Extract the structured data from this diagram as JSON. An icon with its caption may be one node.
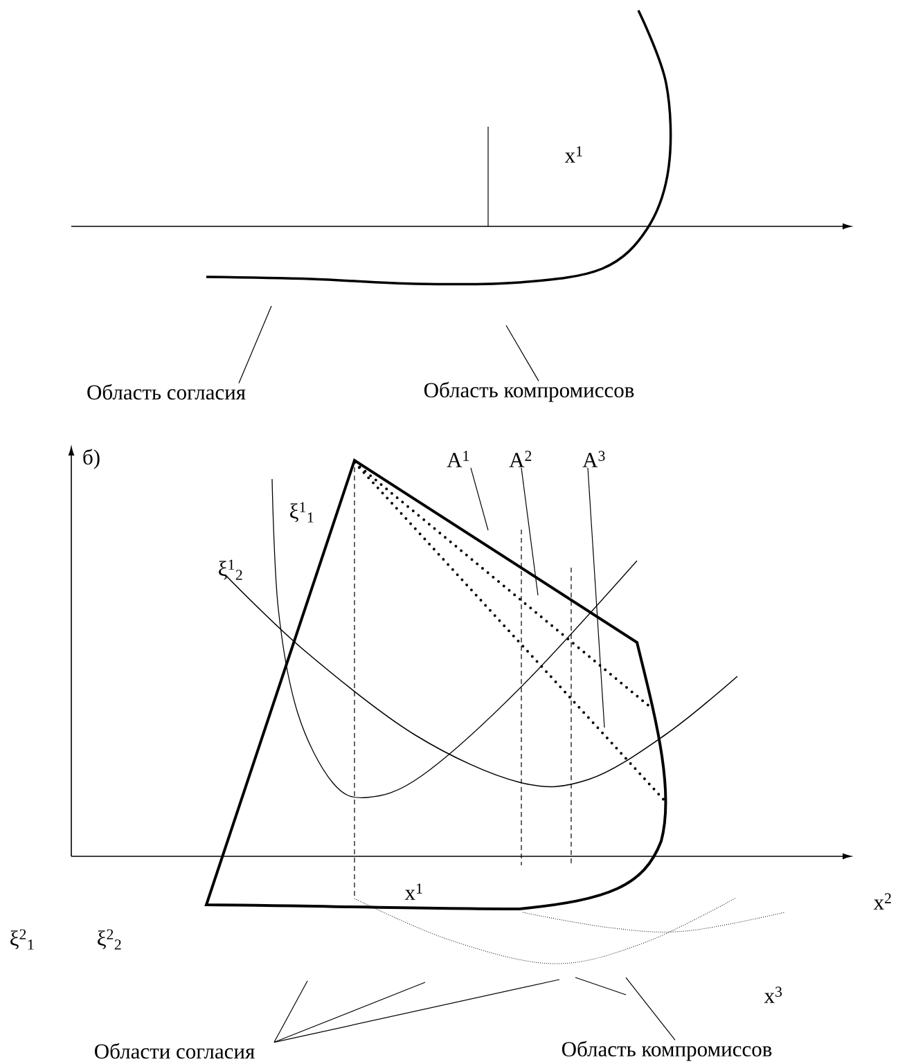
{
  "diagram": {
    "nodes": [
      {
        "text": [
          "Область согласия"
        ]
      },
      {
        "text": [
          "Область компромиссов"
        ]
      },
      {
        "text": [
          "A$^{1}$"
        ]
      },
      {
        "text": [
          "A$^{2}$"
        ]
      },
      {
        "text": [
          "A$^{3}$"
        ]
      },
      {
        "text": [
          "Области согласия"
        ]
      },
      {
        "text": [
          "Область компромиссов"
        ]
      }
    ],
    "edges": [
      {
        "from": 0,
        "to": null,
        "arrow": "none"
      },
      {
        "from": 1,
        "to": null,
        "arrow": "none"
      },
      {
        "from": 2,
        "to": null,
        "arrow": "none"
      },
      {
        "from": 3,
        "to": null,
        "arrow": "none"
      },
      {
        "from": 4,
        "to": null,
        "arrow": "none"
      },
      {
        "from": 5,
        "to": null,
        "arrow": "none"
      },
      {
        "from": 5,
        "to": null,
        "arrow": "none"
      },
      {
        "from": 5,
        "to": null,
        "arrow": "none"
      },
      {
        "from": 6,
        "to": null,
        "arrow": "none"
      }
    ],
    "labels": [
      "x$^{1}$",
      "б)",
      "ξ$^{1}$$_{1}$",
      "ξ$^{1}$$_{2}$",
      "x$^{1}$",
      "x$^{2}$",
      "ξ$^{2}$$_{1}$",
      "ξ$^{2}$$_{2}$",
      "x$^{3}$"
    ]
  }
}
